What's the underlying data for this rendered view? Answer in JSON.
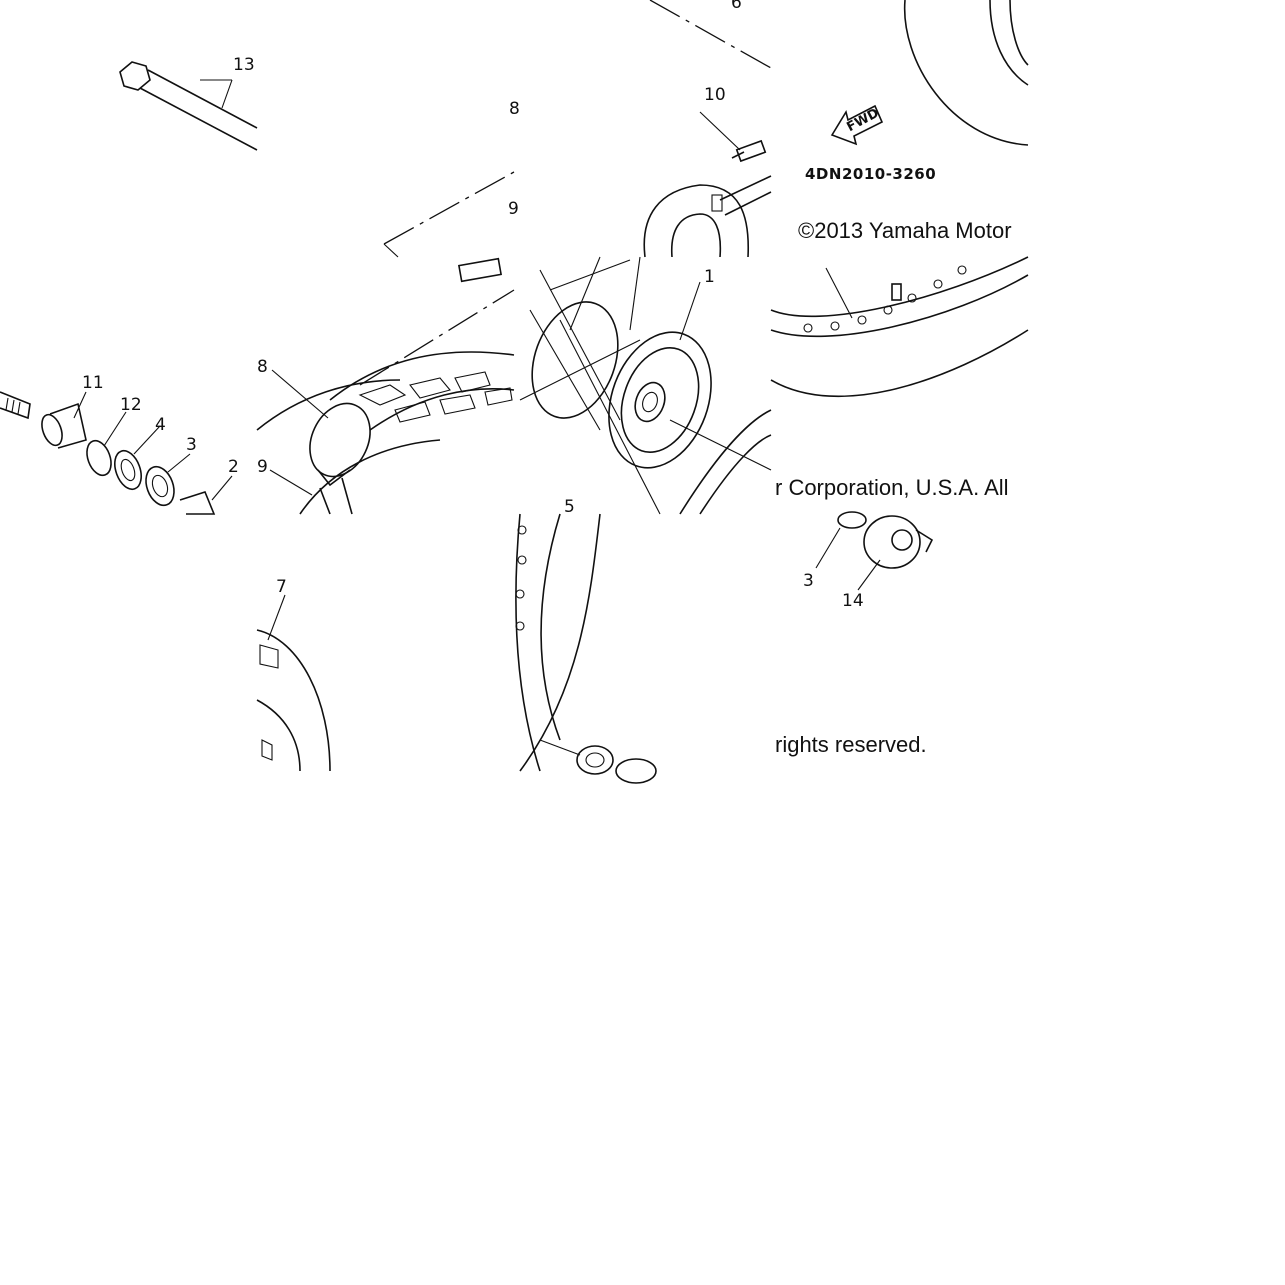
{
  "diagram": {
    "part_code": "4DN2010-3260",
    "direction_label": "FWD",
    "copyright": {
      "line1": "©2013 Yamaha Motor",
      "line2": "r Corporation, U.S.A. All",
      "line3": "rights reserved."
    },
    "callouts": [
      {
        "id": "c13",
        "label": "13"
      },
      {
        "id": "c10",
        "label": "10"
      },
      {
        "id": "c6",
        "label": "6"
      },
      {
        "id": "c8a",
        "label": "8"
      },
      {
        "id": "c9a",
        "label": "9"
      },
      {
        "id": "c11",
        "label": "11"
      },
      {
        "id": "c12",
        "label": "12"
      },
      {
        "id": "c4",
        "label": "4"
      },
      {
        "id": "c3a",
        "label": "3"
      },
      {
        "id": "c2",
        "label": "2"
      },
      {
        "id": "c8b",
        "label": "8"
      },
      {
        "id": "c9b",
        "label": "9"
      },
      {
        "id": "c1",
        "label": "1"
      },
      {
        "id": "c5",
        "label": "5"
      },
      {
        "id": "c7",
        "label": "7"
      },
      {
        "id": "c3b",
        "label": "3"
      },
      {
        "id": "c14",
        "label": "14"
      }
    ]
  }
}
